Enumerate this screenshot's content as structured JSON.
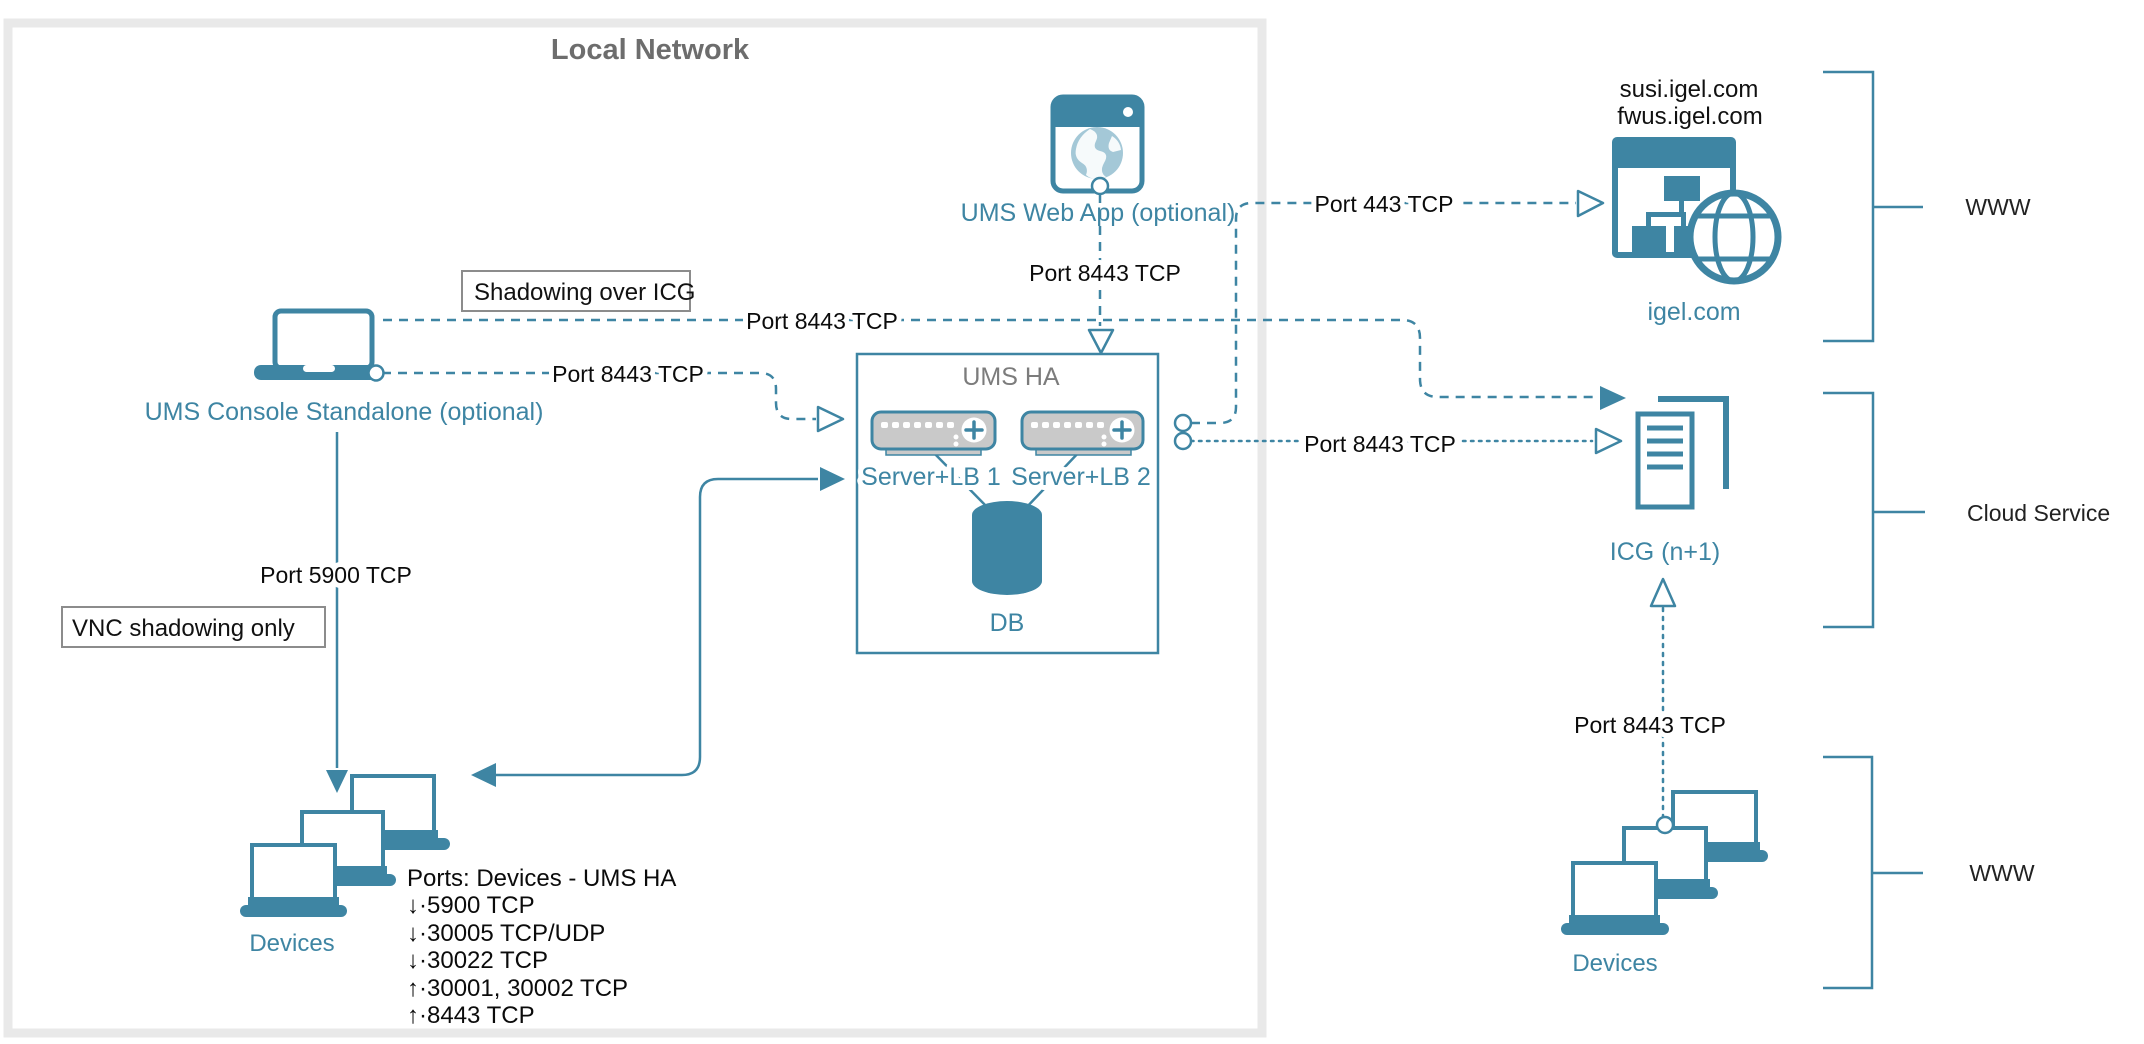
{
  "local_network": {
    "title": "Local Network"
  },
  "nodes": {
    "ums_web_app": "UMS Web App (optional)",
    "ums_console": "UMS Console Standalone (optional)",
    "ums_ha": "UMS HA",
    "server_lb1": "Server+LB 1",
    "server_lb2": "Server+LB 2",
    "db": "DB",
    "devices_left": "Devices",
    "devices_right": "Devices",
    "igel_host1": "susi.igel.com",
    "igel_host2": "fwus.igel.com",
    "igel_com": "igel.com",
    "icg": "ICG (n+1)"
  },
  "connections": {
    "port_8443_webapp": "Port 8443 TCP",
    "port_8443_shadowing": "Port 8443 TCP",
    "port_8443_console": "Port 8443 TCP",
    "port_443": "Port 443 TCP",
    "port_8443_icg": "Port 8443 TCP",
    "port_5900": "Port 5900 TCP",
    "port_8443_devices": "Port 8443 TCP"
  },
  "callouts": {
    "shadowing_over_icg": "Shadowing over ICG",
    "vnc_shadowing_only": "VNC shadowing only"
  },
  "groups": {
    "www_top": "WWW",
    "cloud_service": "Cloud Service",
    "www_bottom": "WWW"
  },
  "ports_list": {
    "title": "Ports: Devices - UMS HA",
    "items": [
      "↓·5900 TCP",
      "↓·30005 TCP/UDP",
      "↓·30022 TCP",
      "↑·30001, 30002 TCP",
      "↑·8443 TCP"
    ]
  },
  "colors": {
    "teal": "#3E85A3",
    "teal_light": "#A4C8D7",
    "server_gray": "#C9C9C9",
    "border_gray": "#E9E9E9",
    "callout_border": "#8C8C8C"
  }
}
